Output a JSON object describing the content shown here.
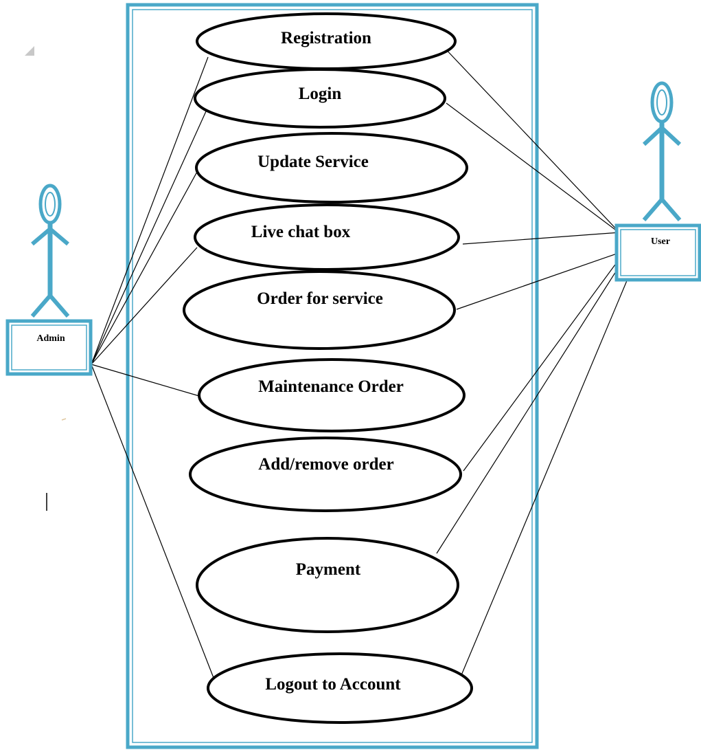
{
  "colors": {
    "frame": "#4aa8c8",
    "line": "#000000",
    "background": "#ffffff"
  },
  "actors": {
    "admin": {
      "label": "Admin",
      "icon": "stick-figure-icon"
    },
    "user": {
      "label": "User",
      "icon": "stick-figure-icon"
    }
  },
  "use_cases": [
    {
      "id": "registration",
      "label": "Registration"
    },
    {
      "id": "login",
      "label": "Login"
    },
    {
      "id": "update-service",
      "label": "Update Service"
    },
    {
      "id": "live-chat-box",
      "label": "Live chat box"
    },
    {
      "id": "order-for-service",
      "label": "Order for service"
    },
    {
      "id": "maintenance-order",
      "label": "Maintenance Order"
    },
    {
      "id": "add-remove-order",
      "label": "Add/remove order"
    },
    {
      "id": "payment",
      "label": "Payment"
    },
    {
      "id": "logout-to-account",
      "label": "Logout to Account"
    }
  ],
  "associations": {
    "admin": [
      "registration",
      "login",
      "update-service",
      "live-chat-box",
      "maintenance-order",
      "logout-to-account"
    ],
    "user": [
      "registration",
      "login",
      "live-chat-box",
      "order-for-service",
      "add-remove-order",
      "payment",
      "logout-to-account"
    ]
  }
}
